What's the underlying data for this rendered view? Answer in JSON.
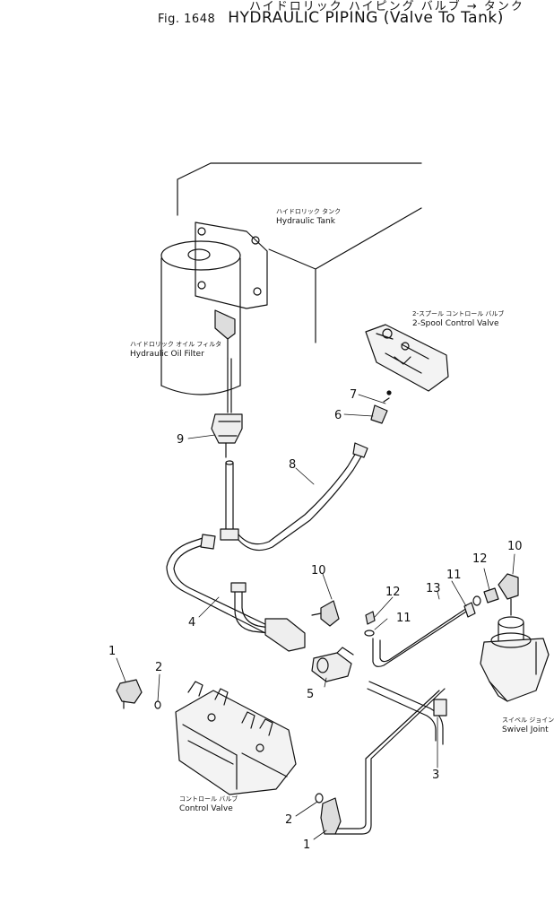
{
  "figure": {
    "title_jp": "ハイドロリック ハイピング バルブ → タンク",
    "fig_label": "Fig. 1648",
    "title": "HYDRAULIC PIPING (Valve To Tank)"
  },
  "components": {
    "hydraulic_tank": {
      "jp": "ハイドロリック タンク",
      "en": "Hydraulic Tank"
    },
    "oil_filter": {
      "jp": "ハイドロリック オイル フィルタ",
      "en": "Hydraulic Oil Filter"
    },
    "spool_valve": {
      "jp": "2-スプール コントロール バルブ",
      "en": "2-Spool Control Valve"
    },
    "swivel_joint": {
      "jp": "スイベル ジョイント",
      "en": "Swivel Joint"
    },
    "control_valve": {
      "jp": "コントロール バルブ",
      "en": "Control Valve"
    }
  },
  "callouts": {
    "c9": "9",
    "c8": "8",
    "c7": "7",
    "c6": "6",
    "c4": "4",
    "c10a": "10",
    "c12a": "12",
    "c11a": "11",
    "c13": "13",
    "c11b": "11",
    "c12b": "12",
    "c10b": "10",
    "c1a": "1",
    "c2a": "2",
    "c5": "5",
    "c3": "3",
    "c2b": "2",
    "c1b": "1"
  }
}
